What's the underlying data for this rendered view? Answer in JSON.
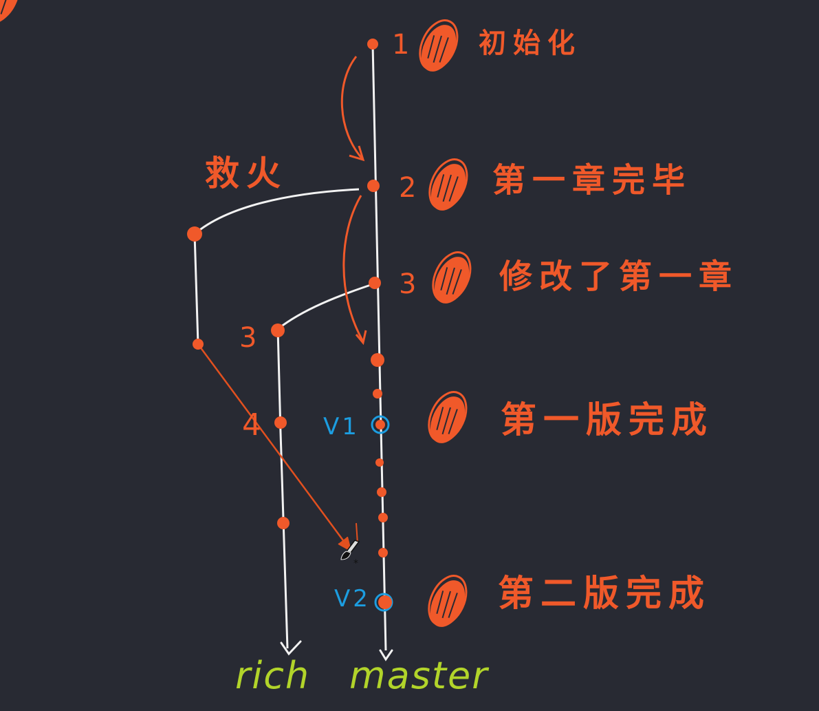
{
  "colors": {
    "background": "#282a33",
    "line": "#f2f2f2",
    "accent": "#f0592a",
    "version": "#1c9de0",
    "branch": "#b2d42a"
  },
  "branches": {
    "rich": "rich",
    "master": "master"
  },
  "commit_numbers": {
    "c1": "1",
    "c2": "2",
    "c3_master": "3",
    "c3_rich": "3",
    "c4_hotfix": "4"
  },
  "versions": {
    "v1": "V1",
    "v2": "V2"
  },
  "notes": {
    "init": "初始化",
    "chapter1_done": "第一章完毕",
    "chapter1_fix": "修改了第一章",
    "v1_done": "第一版完成",
    "v2_done": "第二版完成",
    "hotfix": "救火"
  },
  "icons": [
    "hand-icon",
    "cursor-brush-icon"
  ]
}
